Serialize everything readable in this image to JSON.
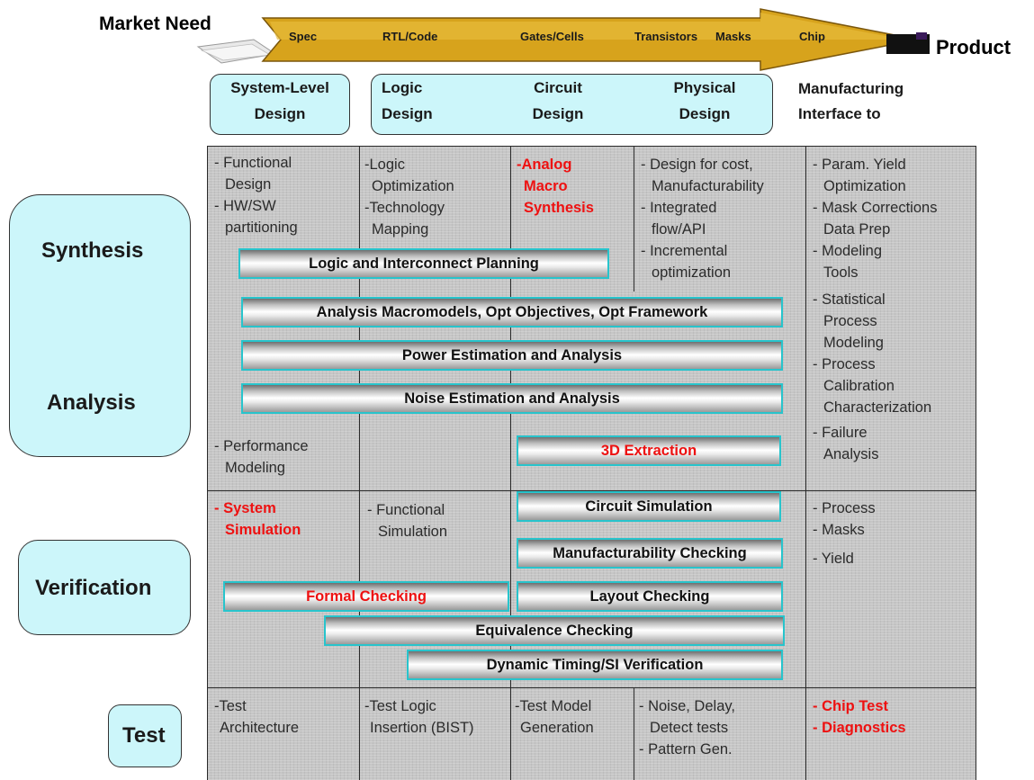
{
  "header": {
    "market_need": "Market Need",
    "product": "Product",
    "stages": [
      "Spec",
      "RTL/Code",
      "Gates/Cells",
      "Transistors",
      "Masks",
      "Chip"
    ],
    "colors": {
      "arrow_fill": "#d6a21a",
      "arrow_edge": "#8a6410"
    }
  },
  "design_levels": {
    "system": [
      "System-Level",
      "Design"
    ],
    "logic": [
      "Logic",
      "Design"
    ],
    "circuit": [
      "Circuit",
      "Design"
    ],
    "physical": [
      "Physical",
      "Design"
    ],
    "manufacturing": [
      "Manufacturing",
      "Interface to"
    ],
    "box_color": "#ccf6fa"
  },
  "categories": {
    "synthesis": "Synthesis",
    "analysis": "Analysis",
    "verification": "Verification",
    "test": "Test"
  },
  "cells": {
    "c1_top": [
      "- Functional",
      "  Design",
      "- HW/SW",
      "  partitioning"
    ],
    "c2_top": [
      "-Logic",
      " Optimization",
      "-Technology",
      " Mapping"
    ],
    "c3_top": [
      "-Analog",
      " Macro",
      " Synthesis"
    ],
    "c4_top": [
      "- Design for cost,",
      "  Manufacturability",
      "- Integrated",
      "  flow/API",
      "- Incremental",
      "  optimization"
    ],
    "c5_top": [
      "- Param. Yield",
      "  Optimization",
      "- Mask Corrections",
      "  Data Prep",
      "- Modeling",
      "  Tools",
      "- Statistical",
      "  Process",
      "  Modeling",
      "- Process",
      "  Calibration",
      "  Characterization",
      "- Failure",
      "  Analysis"
    ],
    "c1_perf": [
      "- Performance",
      "  Modeling"
    ],
    "c1_ver": [
      "- System",
      "  Simulation"
    ],
    "c2_ver": [
      "- Functional",
      "  Simulation"
    ],
    "c5_ver": [
      "- Process",
      "- Masks",
      "- Yield"
    ],
    "c1_test": [
      "-Test",
      " Architecture"
    ],
    "c2_test": [
      "-Test Logic",
      " Insertion (BIST)"
    ],
    "c3_test": [
      "-Test Model",
      " Generation"
    ],
    "c4_test": [
      "- Noise, Delay,",
      "  Detect tests",
      "- Pattern Gen."
    ],
    "c5_test": [
      "- Chip Test",
      "- Diagnostics"
    ]
  },
  "bars": {
    "logic_planning": "Logic and Interconnect Planning",
    "macromodels": "Analysis Macromodels, Opt Objectives, Opt Framework",
    "power": "Power Estimation and Analysis",
    "noise": "Noise Estimation and Analysis",
    "extraction_3d": "3D Extraction",
    "circuit_sim": "Circuit Simulation",
    "manufacturability": "Manufacturability Checking",
    "formal": "Formal Checking",
    "layout": "Layout Checking",
    "equivalence": "Equivalence Checking",
    "dynamic_timing": "Dynamic Timing/SI Verification"
  },
  "colors": {
    "highlight_red": "#ee1111",
    "bar_border": "#28c4cc",
    "grid_bg": "#c6c6c6"
  }
}
